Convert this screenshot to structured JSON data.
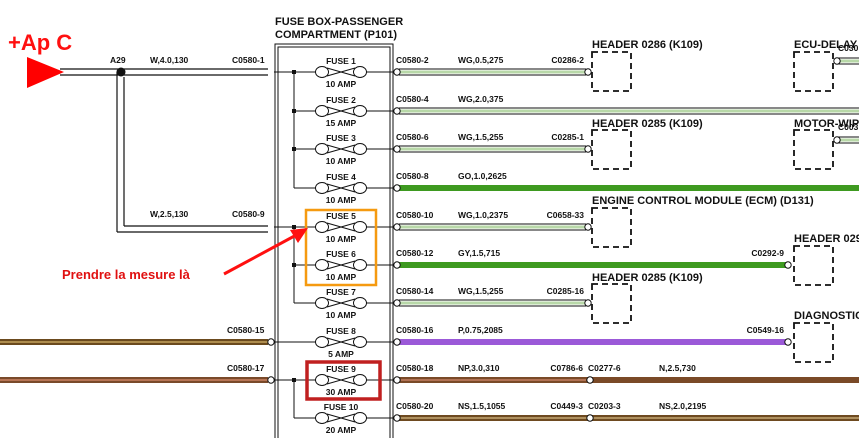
{
  "source": {
    "label": "+Ap C",
    "color": "#ff0000"
  },
  "splice": {
    "label": "A29"
  },
  "feed_wires": [
    {
      "spec": "W,4.0,130",
      "connector": "C0580-1"
    },
    {
      "spec": "W,2.5,130",
      "connector": "C0580-9"
    }
  ],
  "input_wires": [
    {
      "connector": "C0580-15",
      "color": "#6b4a1e",
      "stripe": "#f0d080"
    },
    {
      "connector": "C0580-17",
      "color": "#7a4a2a",
      "stripe": "#f4a080"
    }
  ],
  "fuse_box": {
    "title_line1": "FUSE BOX-PASSENGER",
    "title_line2": "COMPARTMENT (P101)",
    "fuses": [
      {
        "name": "FUSE 1",
        "rating": "10 AMP"
      },
      {
        "name": "FUSE 2",
        "rating": "15 AMP"
      },
      {
        "name": "FUSE 3",
        "rating": "10 AMP"
      },
      {
        "name": "FUSE 4",
        "rating": "10 AMP"
      },
      {
        "name": "FUSE 5",
        "rating": "10 AMP"
      },
      {
        "name": "FUSE 6",
        "rating": "10 AMP"
      },
      {
        "name": "FUSE 7",
        "rating": "10 AMP"
      },
      {
        "name": "FUSE 8",
        "rating": "5 AMP"
      },
      {
        "name": "FUSE 9",
        "rating": "30 AMP"
      },
      {
        "name": "FUSE 10",
        "rating": "20 AMP"
      }
    ]
  },
  "outputs": [
    {
      "from": "C0580-2",
      "spec": "WG,0.5,275",
      "to": "C0286-2",
      "mid": "",
      "spec2": "",
      "color": "#ffffff",
      "edge": "#333",
      "stripe": "#b8d8a8"
    },
    {
      "from": "C0580-4",
      "spec": "WG,2.0,375",
      "to": "",
      "mid": "",
      "spec2": "",
      "color": "#ffffff",
      "edge": "#333",
      "stripe": "#b8d8a8"
    },
    {
      "from": "C0580-6",
      "spec": "WG,1.5,255",
      "to": "C0285-1",
      "mid": "",
      "spec2": "",
      "color": "#ffffff",
      "edge": "#333",
      "stripe": "#b8d8a8"
    },
    {
      "from": "C0580-8",
      "spec": "GO,1.0,2625",
      "to": "",
      "mid": "",
      "spec2": "",
      "color": "#3e9a20",
      "edge": "#3e9a20",
      "stripe": "#3e9a20"
    },
    {
      "from": "C0580-10",
      "spec": "WG,1.0,2375",
      "to": "C0658-33",
      "mid": "",
      "spec2": "",
      "color": "#ffffff",
      "edge": "#333",
      "stripe": "#b8d8a8"
    },
    {
      "from": "C0580-12",
      "spec": "GY,1.5,715",
      "to": "C0292-9",
      "mid": "",
      "spec2": "",
      "color": "#3e9a20",
      "edge": "#3e9a20",
      "stripe": "#3e9a20"
    },
    {
      "from": "C0580-14",
      "spec": "WG,1.5,255",
      "to": "C0285-16",
      "mid": "",
      "spec2": "",
      "color": "#ffffff",
      "edge": "#333",
      "stripe": "#b8d8a8"
    },
    {
      "from": "C0580-16",
      "spec": "P,0.75,2085",
      "to": "C0549-16",
      "mid": "",
      "spec2": "",
      "color": "#9b59d8",
      "edge": "#9b59d8",
      "stripe": "#9b59d8"
    },
    {
      "from": "C0580-18",
      "spec": "NP,3.0,310",
      "to": "C0786-6",
      "mid": "C0277-6",
      "spec2": "N,2.5,730",
      "color": "#7a4a28",
      "edge": "#7a4a28",
      "stripe": "#e89a80"
    },
    {
      "from": "C0580-20",
      "spec": "NS,1.5,1055",
      "to": "C0449-3",
      "mid": "C0203-3",
      "spec2": "NS,2.0,2195",
      "color": "#6e4a20",
      "edge": "#6e4a20",
      "stripe": "#f0d8a0"
    }
  ],
  "components": [
    {
      "label": "HEADER 0286 (K109)"
    },
    {
      "label": "ECU-DELAY",
      "pin": "C030"
    },
    {
      "label": "HEADER 0285 (K109)"
    },
    {
      "label": "MOTOR-WIP",
      "pin": "C003"
    },
    {
      "label": "ENGINE CONTROL MODULE (ECM) (D131)"
    },
    {
      "label": "HEADER 029"
    },
    {
      "label": "HEADER 0285 (K109)"
    },
    {
      "label": "DIAGNOSTIC"
    }
  ],
  "annotation": {
    "text": "Prendre la mesure là",
    "highlight_orange": "#f59a10",
    "highlight_red": "#c02020"
  }
}
